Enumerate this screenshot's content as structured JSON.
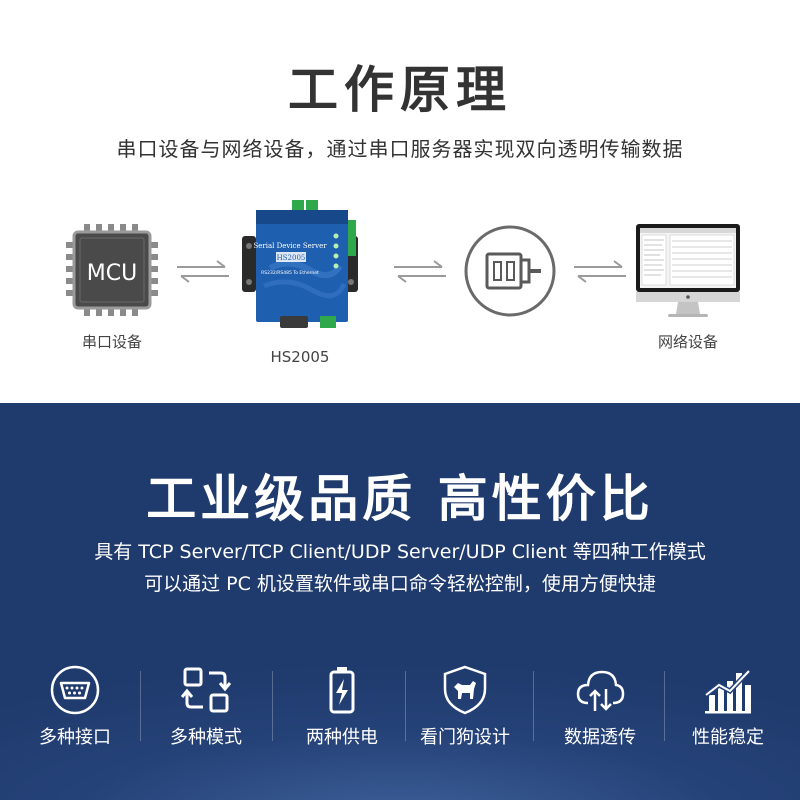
{
  "principle": {
    "title": "工作原理",
    "subtitle": "串口设备与网络设备，通过串口服务器实现双向透明传输数据",
    "serial_device": {
      "chip_text": "MCU",
      "label": "串口设备"
    },
    "server_device": {
      "label": "HS2005",
      "panel_line1": "Serial Device Server",
      "panel_model": "HS2005",
      "panel_line2": "RS232/RS485 To Ethernet"
    },
    "network_device": {
      "label": "网络设备"
    }
  },
  "quality": {
    "title": "工业级品质 高性价比",
    "line1": "具有 TCP Server/TCP Client/UDP Server/UDP Client 等四种工作模式",
    "line2": "可以通过 PC 机设置软件或串口命令轻松控制，使用方便快捷",
    "features": [
      {
        "icon": "serial-port-icon",
        "label": "多种接口"
      },
      {
        "icon": "mode-switch-icon",
        "label": "多种模式"
      },
      {
        "icon": "battery-icon",
        "label": "两种供电"
      },
      {
        "icon": "watchdog-shield-icon",
        "label": "看门狗设计"
      },
      {
        "icon": "cloud-transfer-icon",
        "label": "数据透传"
      },
      {
        "icon": "stable-chart-icon",
        "label": "性能稳定"
      }
    ]
  },
  "colors": {
    "top_background": "#ffffff",
    "bottom_background": "#254278",
    "device_blue": "#1f5fb0",
    "terminal_green": "#2ea84a"
  }
}
